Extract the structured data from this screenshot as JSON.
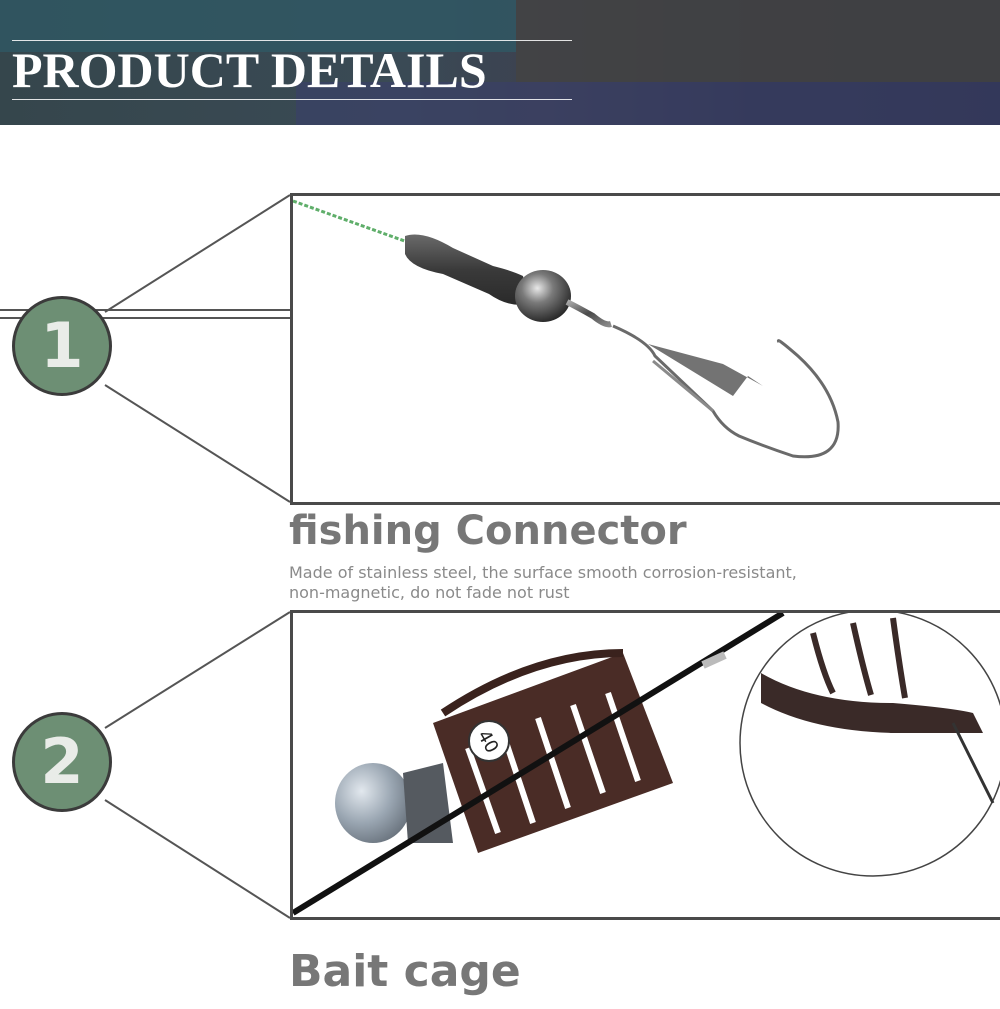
{
  "banner": {
    "title": "PRODUCT DETAILS"
  },
  "sections": [
    {
      "number": "1",
      "title": "fishing Connector",
      "description_lines": [
        "Made of stainless steel, the surface smooth corrosion-resistant,",
        "non-magnetic, do not fade not rust"
      ]
    },
    {
      "number": "2",
      "title": "Bait cage",
      "cage_label": "40"
    }
  ],
  "colors": {
    "circle_fill": "#6d8f74",
    "frame_border": "#4a4a4a",
    "heading_text": "#777777"
  }
}
